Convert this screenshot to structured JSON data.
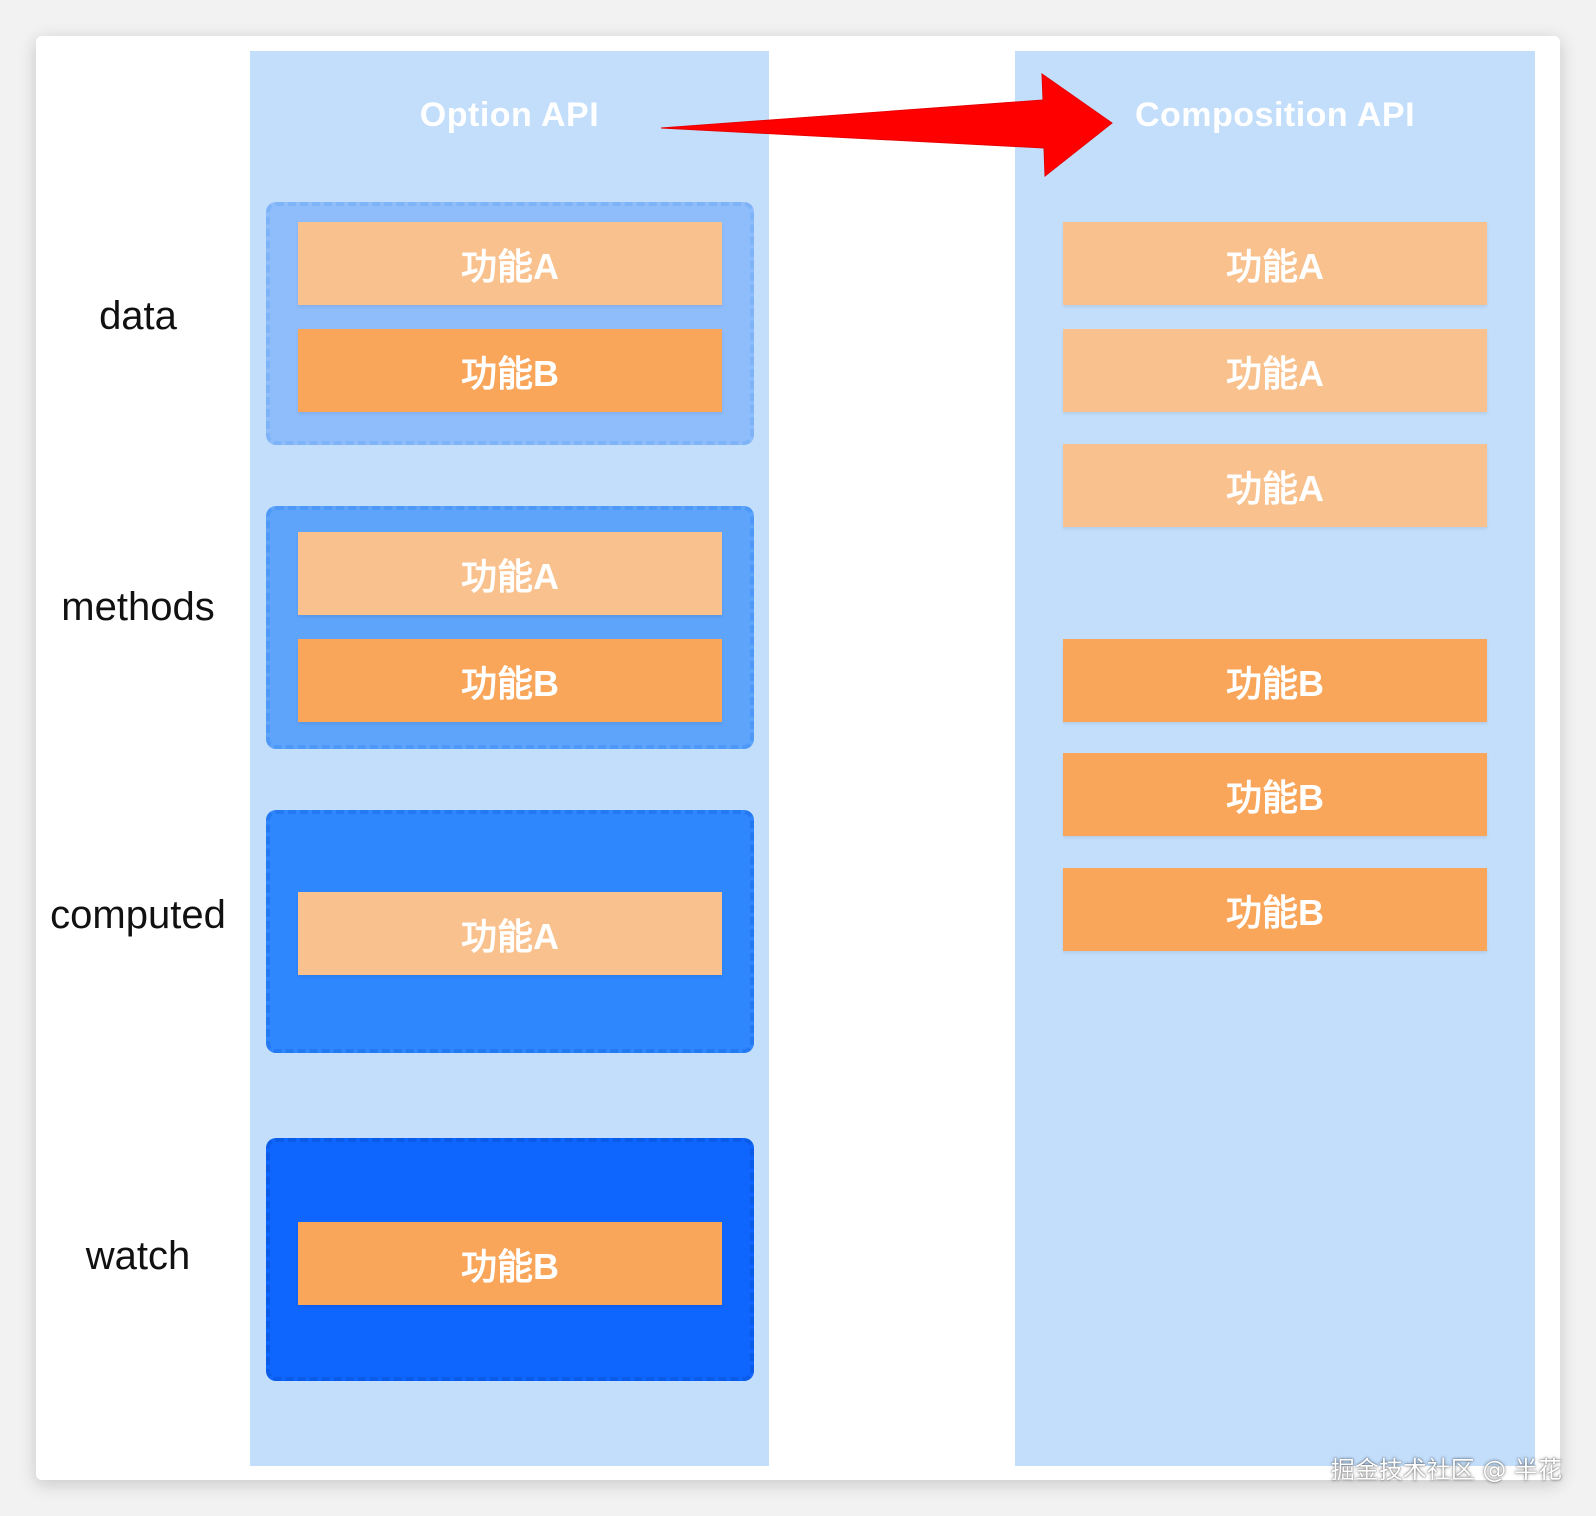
{
  "columns": {
    "left_title": "Option API",
    "right_title": "Composition API"
  },
  "row_labels": {
    "data": "data",
    "methods": "methods",
    "computed": "computed",
    "watch": "watch"
  },
  "option_api": {
    "data": [
      "功能A",
      "功能B"
    ],
    "methods": [
      "功能A",
      "功能B"
    ],
    "computed": [
      "功能A"
    ],
    "watch": [
      "功能B"
    ]
  },
  "composition_api": {
    "feature_a": [
      "功能A",
      "功能A",
      "功能A"
    ],
    "feature_b": [
      "功能B",
      "功能B",
      "功能B"
    ]
  },
  "colors": {
    "column_bg": "#c3defb",
    "feature_a": "#f9c18d",
    "feature_b": "#f9a55a",
    "group_data": "#8fbdfb",
    "group_methods": "#5ea4fb",
    "group_computed": "#2f87fe",
    "group_watch": "#0e66fe",
    "arrow": "#ff0000"
  },
  "watermark": "掘金技术社区 @ 半花"
}
